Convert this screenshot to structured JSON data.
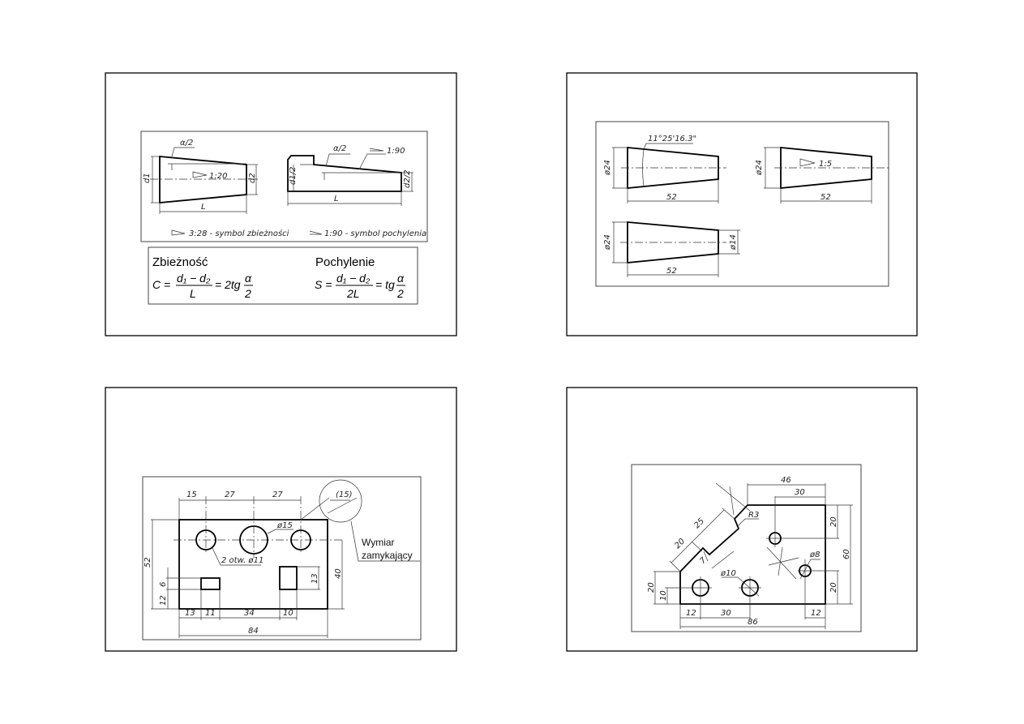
{
  "slide1": {
    "labels": {
      "alpha_half_1": "α/2",
      "d1": "d1",
      "d2": "d2",
      "L1": "L",
      "ratio_1_20": "1:20",
      "alpha_half_2": "α/2",
      "ratio_1_90": "1:90",
      "d1_half": "d1/2",
      "d2_half": "d2/2",
      "L2": "L"
    },
    "legend_taper": "3:28  -  symbol zbieżności",
    "legend_slope": "1:90  -  symbol pochylenia",
    "taper_title": "Zbieżność",
    "taper_formula_lhs": "C =",
    "taper_formula_num": "d₁ − d₂",
    "taper_formula_den": "L",
    "taper_formula_rhs": "= 2tg",
    "slope_title": "Pochylenie",
    "slope_formula_lhs": "S =",
    "slope_formula_num": "d₁ − d₂",
    "slope_formula_den": "2L",
    "slope_formula_rhs": "= tg",
    "alpha": "α",
    "two": "2"
  },
  "slide2": {
    "angle": "11°25'16.3\"",
    "d24_a": "ø24",
    "len_a": "52",
    "d24_b": "ø24",
    "len_b": "52",
    "ratio": "1:5",
    "d24_c": "ø24",
    "d14": "ø14",
    "len_c": "52"
  },
  "slide3": {
    "top_dims": [
      "15",
      "27",
      "27"
    ],
    "bottom_dims": [
      "13",
      "11",
      "34",
      "10"
    ],
    "total_width": "84",
    "height": "52",
    "left_dims": [
      "6",
      "12"
    ],
    "right_dim": "40",
    "slot_dim": "13",
    "hole_big": "ø15",
    "holes_small": "2 otw. ø11",
    "closing_dim": "(15)",
    "closing_label_1": "Wymiar",
    "closing_label_2": "zamykający"
  },
  "slide4": {
    "top_46": "46",
    "top_30": "30",
    "right_20_top": "20",
    "right_60": "60",
    "right_20_bottom": "20",
    "bottom_12_left": "12",
    "bottom_30": "30",
    "bottom_12_right": "12",
    "bottom_86": "86",
    "left_20": "20",
    "left_10": "10",
    "hole_10": "ø10",
    "hole_8": "ø8",
    "radius": "R3",
    "slot_25": "25",
    "slot_20": "20",
    "slot_7": "7"
  }
}
